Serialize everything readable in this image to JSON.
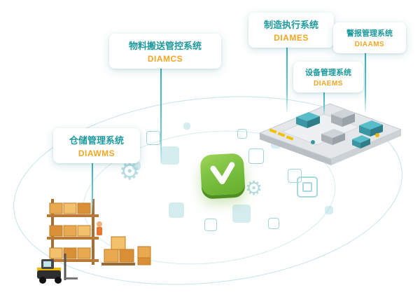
{
  "diagram": {
    "type": "system-architecture",
    "systems": [
      {
        "id": "diamcs",
        "title": "物料搬送管控系统",
        "code": "DIAMCS"
      },
      {
        "id": "diames",
        "title": "制造执行系统",
        "code": "DIAMES"
      },
      {
        "id": "diaams",
        "title": "警报管理系统",
        "code": "DIAAMS"
      },
      {
        "id": "diaems",
        "title": "设备管理系统",
        "code": "DIAEMS"
      },
      {
        "id": "diawms",
        "title": "仓储管理系统",
        "code": "DIAWMS"
      }
    ],
    "center_icon": "green-checkmark",
    "illustrations": [
      "warehouse-isometric",
      "factory-floor-isometric"
    ],
    "colors": {
      "system_title": "#1d9a9e",
      "system_code": "#f5a623",
      "connector_line": "#2fb0c0",
      "deco_teal": "#bfe2e6",
      "center_green": "#7cc142",
      "box_orange": "#e8a44c"
    }
  }
}
